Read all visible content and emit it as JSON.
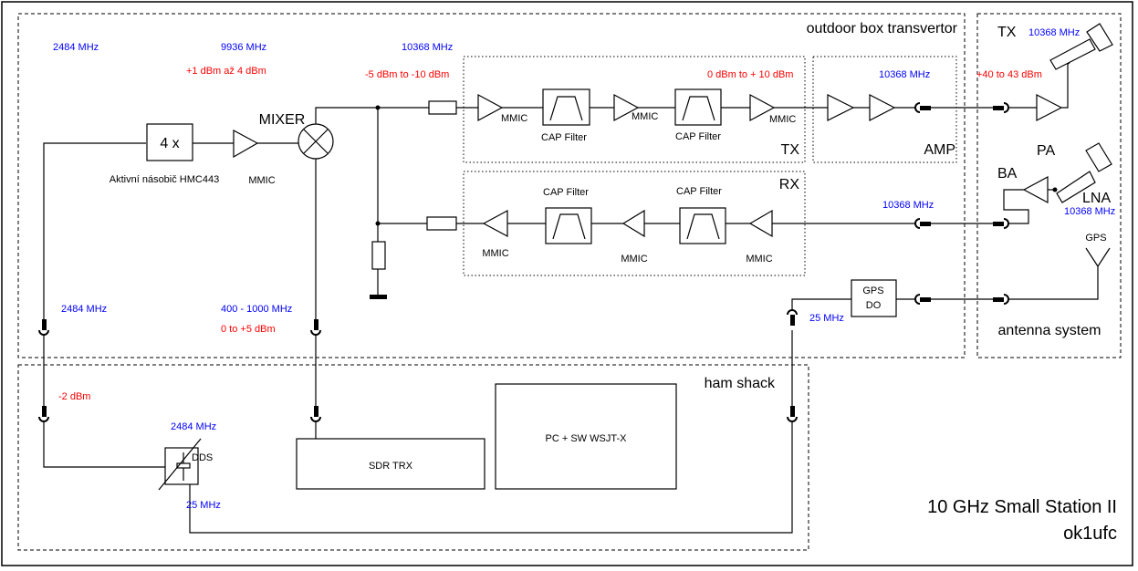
{
  "title": "10 GHz Small Station II",
  "author": "ok1ufc",
  "sections": {
    "outdoor": "outdoor box transvertor",
    "antenna": "antenna system",
    "shack": "ham shack",
    "tx": "TX",
    "amp": "AMP",
    "rx": "RX"
  },
  "blocks": {
    "multiplier": "4 x",
    "multiplier_caption": "Aktivní násobič HMC443",
    "mmic": "MMIC",
    "mixer": "MIXER",
    "cap_filter": "CAP Filter",
    "gps_do_line1": "GPS",
    "gps_do_line2": "DO",
    "sdr": "SDR TRX",
    "pc": "PC + SW WSJT-X",
    "dds": "DDS",
    "gps_antenna": "GPS",
    "ant_tx": "TX",
    "pa": "PA",
    "ba": "BA",
    "lna": "LNA"
  },
  "frequencies": {
    "f_2484_top": "2484 MHz",
    "f_9936": "9936 MHz",
    "f_10368_mix": "10368 MHz",
    "f_10368_amp": "10368 MHz",
    "f_10368_rx": "10368 MHz",
    "f_10368_tx_ant": "10368 MHz",
    "f_10368_lna": "10368 MHz",
    "f_2484_left": "2484 MHz",
    "f_if": "400 - 1000 MHz",
    "f_25_gps": "25 MHz",
    "f_2484_dds": "2484 MHz",
    "f_25_dds": "25 MHz"
  },
  "levels": {
    "lo": "+1 dBm až 4 dBm",
    "mix_out": "-5 dBm to -10 dBm",
    "tx_out": "0 dBm to + 10 dBm",
    "pa_out": "+40 to 43 dBm",
    "if": "0 to +5 dBm",
    "dds_out": "-2 dBm"
  },
  "colors": {
    "frequency": "#0000ff",
    "level": "#ff0000"
  }
}
